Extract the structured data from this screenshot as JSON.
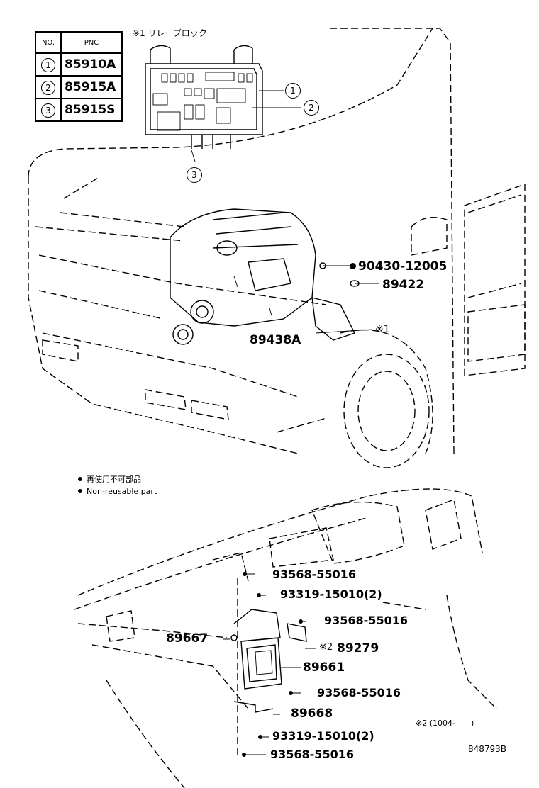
{
  "table": {
    "header_no": "NO.",
    "header_pnc": "PNC",
    "rows": [
      {
        "no": "1",
        "pnc": "85910A"
      },
      {
        "no": "2",
        "pnc": "85915A"
      },
      {
        "no": "3",
        "pnc": "85915S"
      }
    ]
  },
  "relay_block": {
    "title": "※1 リレーブロック",
    "callouts": [
      "1",
      "2",
      "3"
    ]
  },
  "parts": {
    "p1": "90430-12005",
    "p2": "89422",
    "p3": "89438A",
    "p3_ref": "※1",
    "p4": "93568-55016",
    "p5": "93319-15010(2)",
    "p6": "93568-55016",
    "p7": "89667",
    "p8_ref": "※2",
    "p8": "89279",
    "p9": "89661",
    "p10": "93568-55016",
    "p11": "89668",
    "p12": "93319-15010(2)",
    "p13": "93568-55016"
  },
  "legend": {
    "jp": "再使用不可部品",
    "en": "Non-reusable part"
  },
  "footnote": "※2 (1004-　　)",
  "drawing_no": "848793B"
}
